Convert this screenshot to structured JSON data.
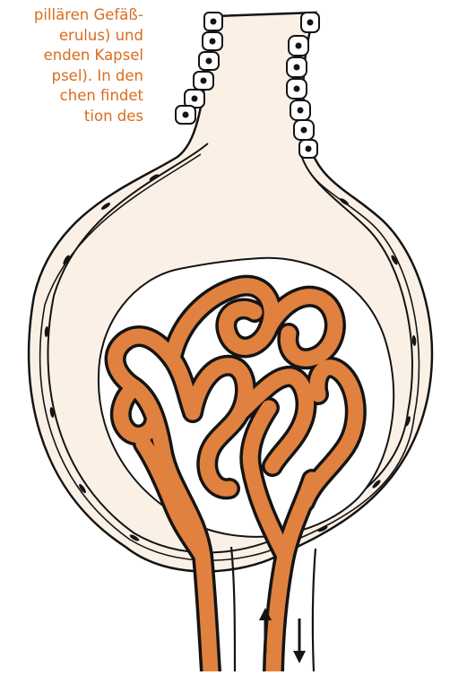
{
  "caption_lines": [
    "pillären Gefäß-",
    "erulus) und",
    "enden Kapsel",
    "psel). In den",
    "chen findet",
    "tion des"
  ],
  "colors": {
    "capsule_fill": "#fbf0e6",
    "capillary": "#e0813f",
    "outline": "#141414",
    "caption_text": "#d96c1e",
    "cell_fill": "#ffffff"
  },
  "icons": {
    "afferent_arrow": "arrow-up-icon",
    "efferent_arrow": "arrow-down-icon"
  }
}
